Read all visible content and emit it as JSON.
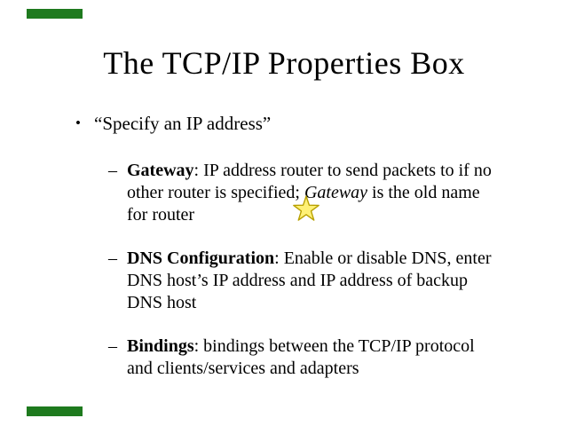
{
  "colors": {
    "bar_green": "#1e7a1e",
    "star_fill": "#fff176",
    "star_stroke": "#b8a000"
  },
  "slide": {
    "title": "The TCP/IP Properties Box",
    "bullet_marker": "•",
    "bullet": "“Specify an IP address”",
    "items": [
      {
        "marker": "–",
        "bold": "Gateway",
        "text1": ": IP address router to send packets to if no\nother router is specified; ",
        "italic": "Gateway",
        "text2": " is the old name\nfor router"
      },
      {
        "marker": "–",
        "bold": "DNS Configuration",
        "text1": ": Enable or disable DNS, enter\nDNS host’s IP address and IP address of backup\nDNS host",
        "italic": "",
        "text2": ""
      },
      {
        "marker": "–",
        "bold": "Bindings",
        "text1": ": bindings between the TCP/IP protocol\nand clients/services and adapters",
        "italic": "",
        "text2": ""
      }
    ]
  }
}
